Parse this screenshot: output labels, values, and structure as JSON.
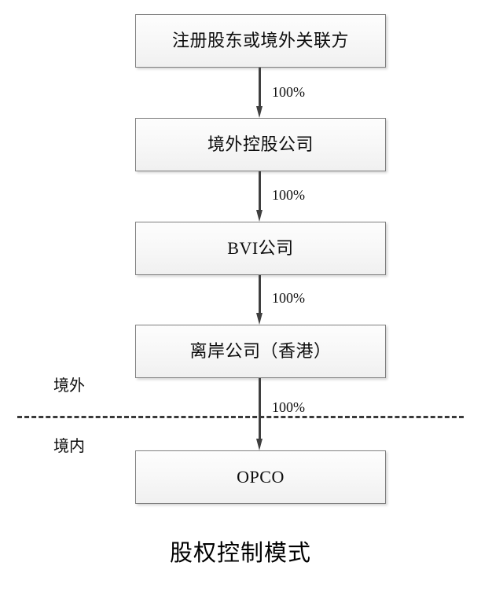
{
  "diagram": {
    "caption": "股权控制模式",
    "nodes": [
      {
        "id": "registered-shareholders",
        "label": "注册股东或境外关联方"
      },
      {
        "id": "offshore-holding-company",
        "label": "境外控股公司"
      },
      {
        "id": "bvi-company",
        "label": "BVI公司"
      },
      {
        "id": "offshore-company-hongkong",
        "label": "离岸公司（香港）"
      },
      {
        "id": "opco",
        "label": "OPCO"
      }
    ],
    "connectors": [
      {
        "from": "registered-shareholders",
        "to": "offshore-holding-company",
        "label": "100%"
      },
      {
        "from": "offshore-holding-company",
        "to": "bvi-company",
        "label": "100%"
      },
      {
        "from": "bvi-company",
        "to": "offshore-company-hongkong",
        "label": "100%"
      },
      {
        "from": "offshore-company-hongkong",
        "to": "opco",
        "label": "100%"
      }
    ],
    "divider": {
      "style": "dashed",
      "above_label": "境外",
      "below_label": "境内"
    },
    "colors": {
      "box_border": "#808080",
      "box_fill_top": "#fdfdfd",
      "box_fill_bottom": "#f0f0f0",
      "arrow": "#3f3f3f",
      "divider": "#3a3a3a",
      "text": "#000000",
      "background": "#ffffff"
    }
  }
}
